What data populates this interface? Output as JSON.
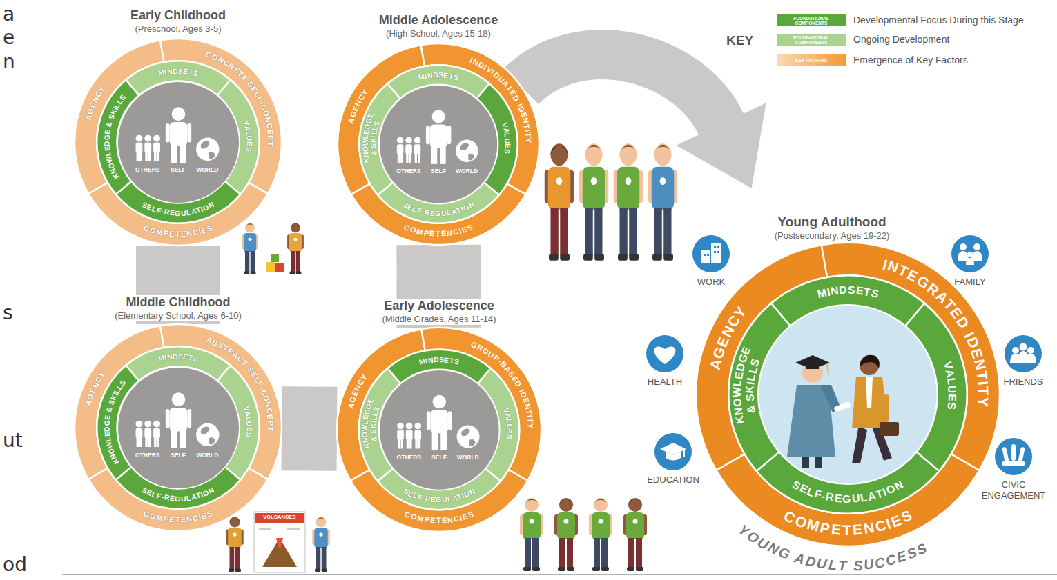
{
  "diagram": {
    "nodes": [
      {
        "text": [
          "Early Childhood",
          "(Preschool, Ages 3-5)"
        ]
      },
      {
        "text": [
          "AGENCY"
        ],
        "in": 0
      },
      {
        "text": [
          "CONCRETE SELF-CONCEPT"
        ],
        "in": 0
      },
      {
        "text": [
          "COMPETENCIES"
        ],
        "in": 0
      },
      {
        "text": [
          "MINDSETS"
        ],
        "in": 0
      },
      {
        "text": [
          "VALUES"
        ],
        "in": 0
      },
      {
        "text": [
          "SELF-REGULATION"
        ],
        "in": 0
      },
      {
        "text": [
          "KNOWLEDGE & SKILLS"
        ],
        "in": 0
      },
      {
        "text": [
          "OTHERS",
          "SELF",
          "WORLD"
        ],
        "in": 0
      },
      {
        "text": [
          "Middle Adolescence",
          "(High School, Ages 15-18)"
        ]
      },
      {
        "text": [
          "AGENCY"
        ],
        "in": 9
      },
      {
        "text": [
          "INDIVIDUATED IDENTITY"
        ],
        "in": 9
      },
      {
        "text": [
          "COMPETENCIES"
        ],
        "in": 9
      },
      {
        "text": [
          "MINDSETS"
        ],
        "in": 9
      },
      {
        "text": [
          "VALUES"
        ],
        "in": 9
      },
      {
        "text": [
          "SELF-REGULATION"
        ],
        "in": 9
      },
      {
        "text": [
          "KNOWLEDGE & SKILLS"
        ],
        "in": 9
      },
      {
        "text": [
          "OTHERS",
          "SELF",
          "WORLD"
        ],
        "in": 9
      },
      {
        "text": [
          "Middle Childhood",
          "(Elementary School, Ages 6-10)"
        ]
      },
      {
        "text": [
          "AGENCY"
        ],
        "in": 18
      },
      {
        "text": [
          "ABSTRACT SELF-CONCEPT"
        ],
        "in": 18
      },
      {
        "text": [
          "COMPETENCIES"
        ],
        "in": 18
      },
      {
        "text": [
          "MINDSETS"
        ],
        "in": 18
      },
      {
        "text": [
          "VALUES"
        ],
        "in": 18
      },
      {
        "text": [
          "SELF-REGULATION"
        ],
        "in": 18
      },
      {
        "text": [
          "KNOWLEDGE & SKILLS"
        ],
        "in": 18
      },
      {
        "text": [
          "OTHERS",
          "SELF",
          "WORLD"
        ],
        "in": 18
      },
      {
        "text": [
          "Early Adolescence",
          "(Middle Grades, Ages 11-14)"
        ]
      },
      {
        "text": [
          "AGENCY"
        ],
        "in": 27
      },
      {
        "text": [
          "GROUP-BASED IDENTITY"
        ],
        "in": 27
      },
      {
        "text": [
          "COMPETENCIES"
        ],
        "in": 27
      },
      {
        "text": [
          "MINDSETS"
        ],
        "in": 27
      },
      {
        "text": [
          "VALUES"
        ],
        "in": 27
      },
      {
        "text": [
          "SELF-REGULATION"
        ],
        "in": 27
      },
      {
        "text": [
          "KNOWLEDGE & SKILLS"
        ],
        "in": 27
      },
      {
        "text": [
          "OTHERS",
          "SELF",
          "WORLD"
        ],
        "in": 27
      },
      {
        "text": [
          "Young Adulthood",
          "(Postsecondary, Ages 19-22)"
        ]
      },
      {
        "text": [
          "AGENCY"
        ],
        "in": 36
      },
      {
        "text": [
          "INTEGRATED IDENTITY"
        ],
        "in": 36
      },
      {
        "text": [
          "COMPETENCIES"
        ],
        "in": 36
      },
      {
        "text": [
          "MINDSETS"
        ],
        "in": 36
      },
      {
        "text": [
          "VALUES"
        ],
        "in": 36
      },
      {
        "text": [
          "SELF-REGULATION"
        ],
        "in": 36
      },
      {
        "text": [
          "KNOWLEDGE & SKILLS"
        ],
        "in": 36
      },
      {
        "text": [
          "WORK"
        ]
      },
      {
        "text": [
          "FAMILY"
        ]
      },
      {
        "text": [
          "HEALTH"
        ]
      },
      {
        "text": [
          "FRIENDS"
        ]
      },
      {
        "text": [
          "EDUCATION"
        ]
      },
      {
        "text": [
          "CIVIC ENGAGEMENT"
        ]
      }
    ],
    "edges": [
      {
        "from": 0,
        "to": 18,
        "arrow": "none"
      },
      {
        "from": 18,
        "to": 27,
        "arrow": "none"
      },
      {
        "from": 27,
        "to": 9,
        "arrow": "none"
      },
      {
        "from": 9,
        "to": 36,
        "arrow": "to"
      }
    ],
    "labels": [
      "KEY",
      "FOUNDATIONAL COMPONENTS",
      "FOUNDATIONAL COMPONENTS",
      "KEY FACTORS",
      "YOUNG ADULT SUCCESS",
      "VOLCANOES",
      "a",
      "e",
      "n",
      "s",
      "ut",
      "od"
    ],
    "legend": [
      {
        "text": "Developmental Focus During this Stage",
        "color": "#5aa73c"
      },
      {
        "text": "Ongoing Development",
        "color": "#a9d38e"
      },
      {
        "text": "Emergence of Key Factors",
        "color": "#f29a33"
      }
    ]
  }
}
